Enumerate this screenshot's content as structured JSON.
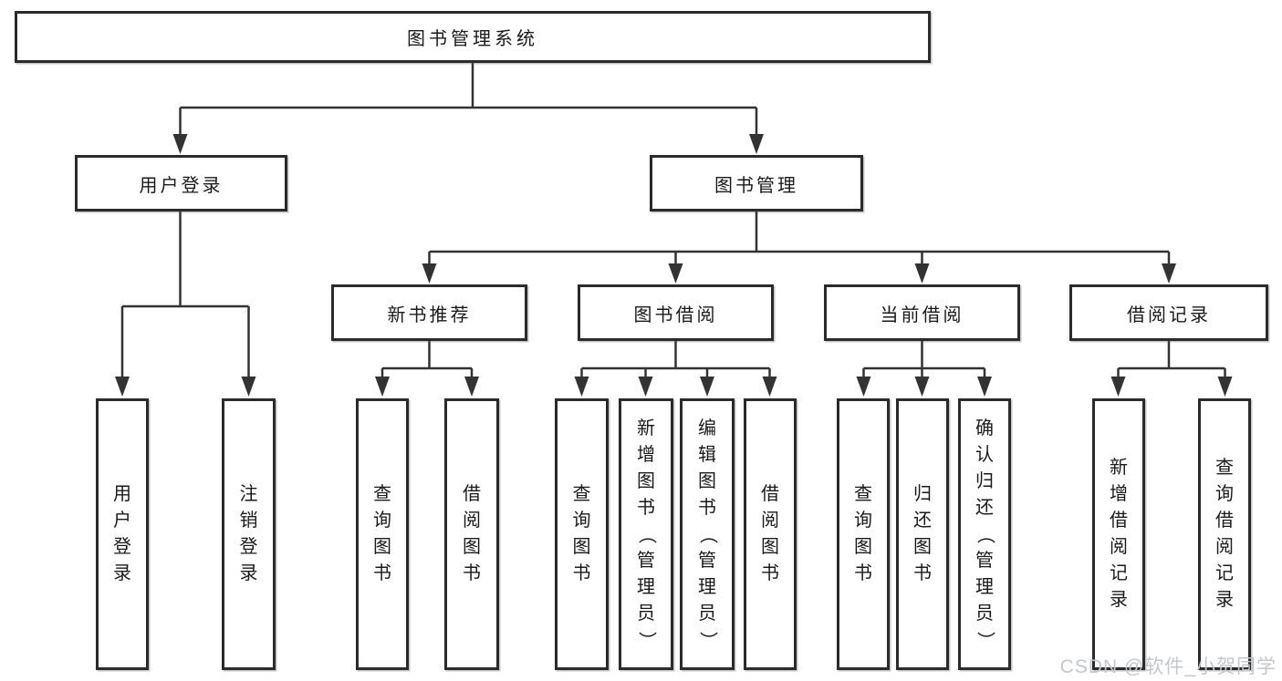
{
  "tree": {
    "label": "图书管理系统",
    "children": [
      {
        "label": "用户登录",
        "children": [
          {
            "label": "用户登录"
          },
          {
            "label": "注销登录"
          }
        ]
      },
      {
        "label": "图书管理",
        "children": [
          {
            "label": "新书推荐",
            "children": [
              {
                "label": "查询图书"
              },
              {
                "label": "借阅图书"
              }
            ]
          },
          {
            "label": "图书借阅",
            "children": [
              {
                "label": "查询图书"
              },
              {
                "label": "新增图书（管理员）"
              },
              {
                "label": "编辑图书（管理员）"
              },
              {
                "label": "借阅图书"
              }
            ]
          },
          {
            "label": "当前借阅",
            "children": [
              {
                "label": "查询图书"
              },
              {
                "label": "归还图书"
              },
              {
                "label": "确认归还（管理员）"
              }
            ]
          },
          {
            "label": "借阅记录",
            "children": [
              {
                "label": "新增借阅记录"
              },
              {
                "label": "查询借阅记录"
              }
            ]
          }
        ]
      }
    ]
  },
  "watermark": {
    "text": "CSDN @软件_小贺同学"
  },
  "colors": {
    "background": "#ffffff",
    "line": "#333333",
    "box_border": "#2b2b2b",
    "text": "#1a1a1a",
    "watermark": "#c3c7cb"
  }
}
